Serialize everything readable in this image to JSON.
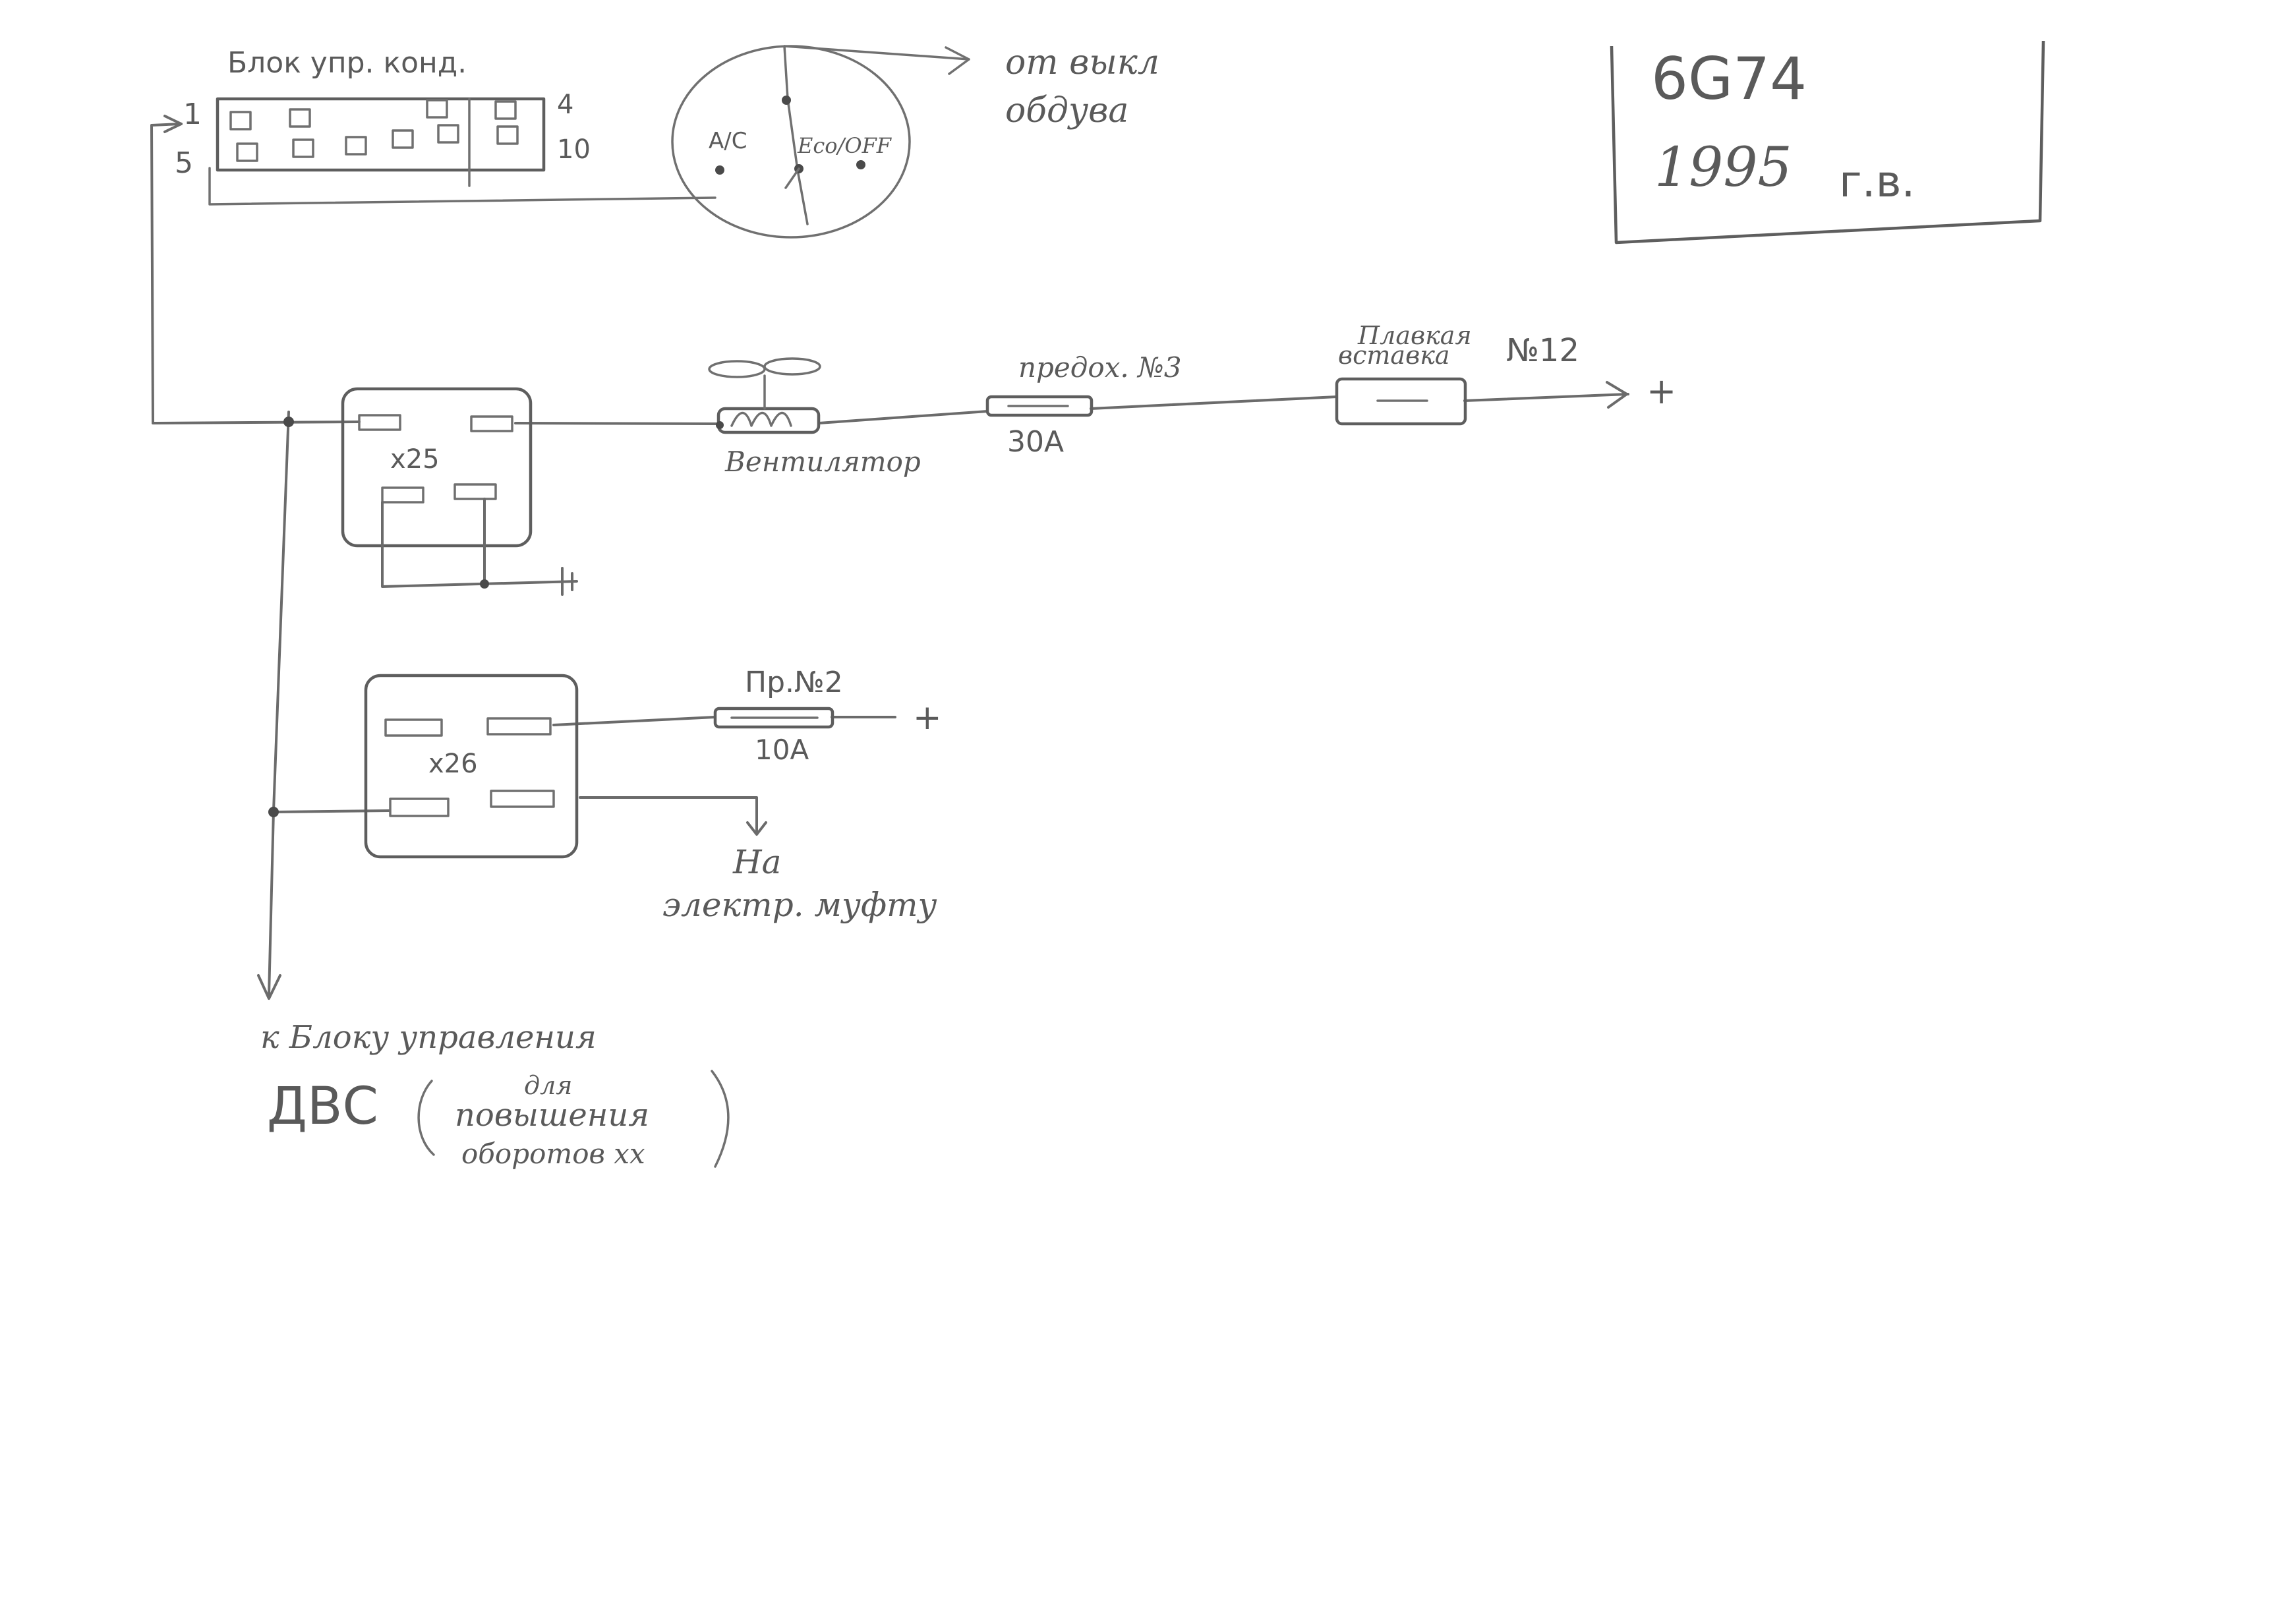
{
  "title_box": {
    "engine": "6G74",
    "year": "1995",
    "year_suffix": "г.в."
  },
  "ac_control_unit": {
    "label": "Блок упр. конд.",
    "pin_1": "1",
    "pin_5": "5",
    "pin_4": "4",
    "pin_10": "10"
  },
  "switch": {
    "ac_label": "A/C",
    "eco_off_label": "Eco/OFF",
    "source_label_line1": "от выкл",
    "source_label_line2": "обдува"
  },
  "relay_x25": {
    "label": "x25"
  },
  "relay_x26": {
    "label": "x26"
  },
  "fan": {
    "label": "Вентилятор"
  },
  "fuse_3": {
    "label": "предох. №3",
    "rating": "30A"
  },
  "fusible_link_12": {
    "label_line1": "Плавкая",
    "label_line2": "вставка",
    "number": "№12"
  },
  "fuse_2": {
    "label": "Пр.№2",
    "rating": "10A"
  },
  "power_plus_1": "+",
  "power_plus_2": "+",
  "clutch_output": {
    "label_line1": "На",
    "label_line2": "электр. муфту"
  },
  "ecu_output": {
    "label_line1": "к Блоку управления",
    "label_line2": "ДВС",
    "note_line1": "для",
    "note_line2": "повышения",
    "note_line3": "оборотов хх"
  }
}
